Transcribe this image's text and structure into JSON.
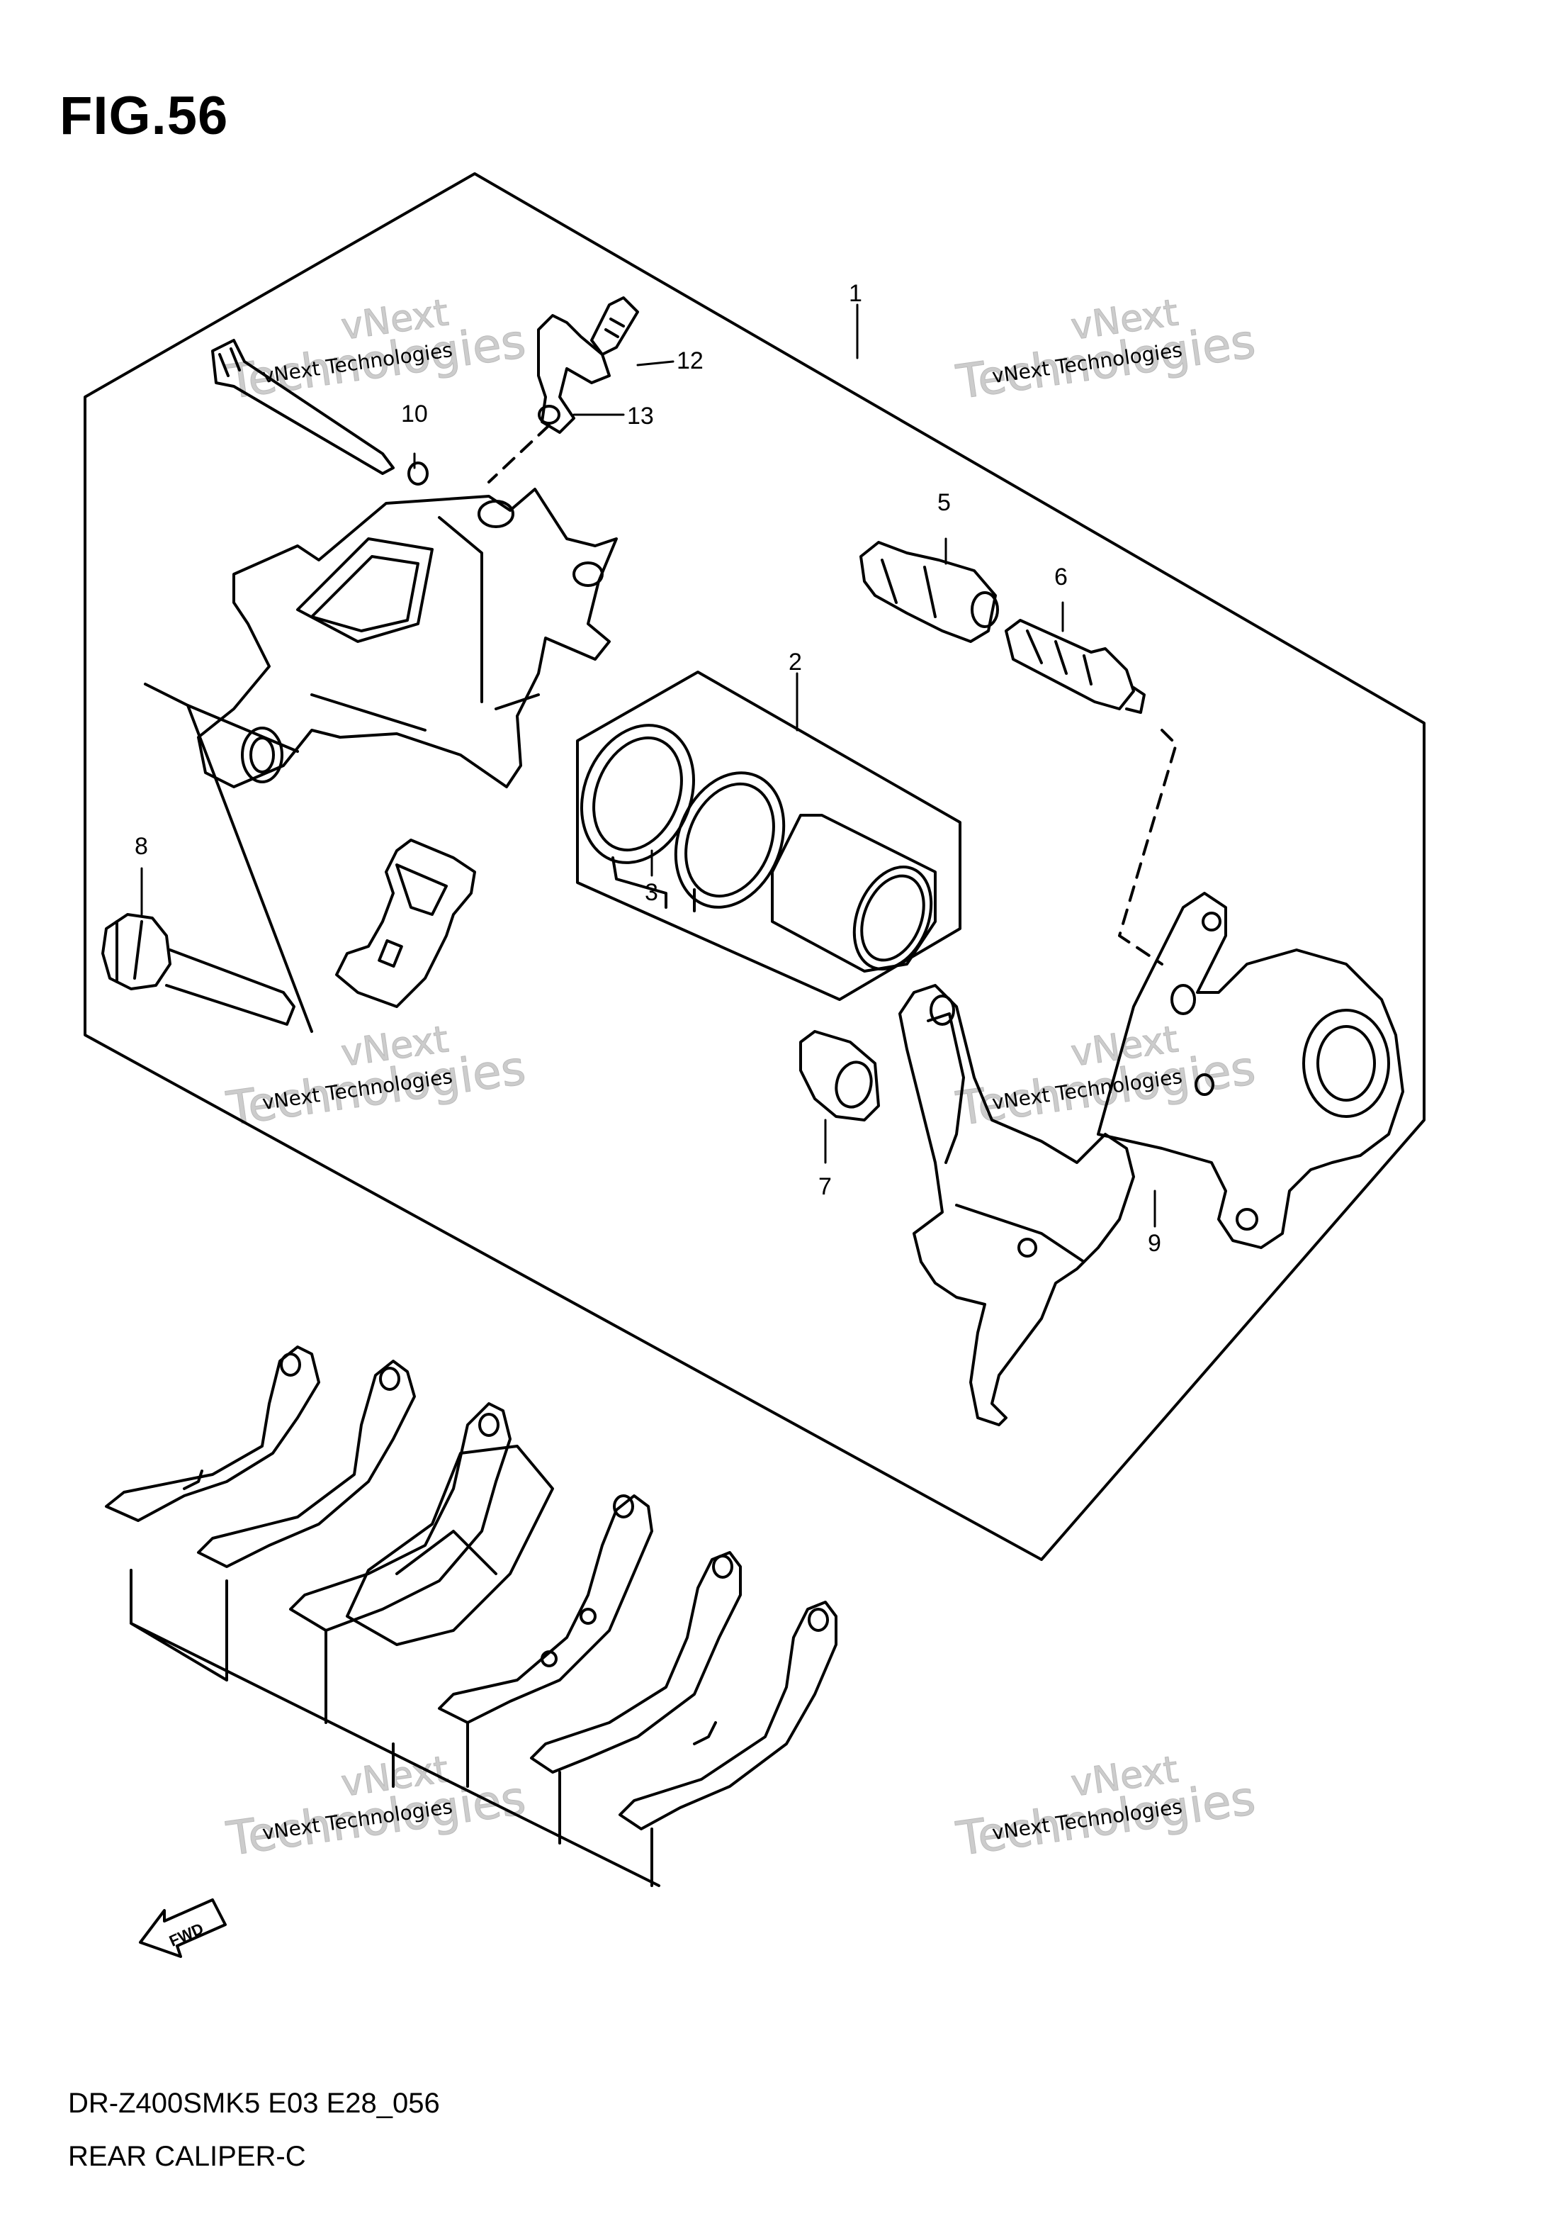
{
  "figure_label": "FIG.56",
  "model_code": "DR-Z400SMK5 E03 E28_056",
  "part_group": "REAR CALIPER-C",
  "direction_badge": "FWD",
  "watermarks": [
    {
      "line1": "vNext",
      "line2": "Technologies",
      "small": "vNext Technologies"
    },
    {
      "line1": "vNext",
      "line2": "Technologies",
      "small": "vNext Technologies"
    },
    {
      "line1": "vNext",
      "line2": "Technologies",
      "small": "vNext Technologies"
    },
    {
      "line1": "vNext",
      "line2": "Technologies",
      "small": "vNext Technologies"
    },
    {
      "line1": "vNext",
      "line2": "Technologies",
      "small": "vNext Technologies"
    },
    {
      "line1": "vNext",
      "line2": "Technologies",
      "small": "vNext Technologies"
    }
  ],
  "callouts": [
    "1",
    "2",
    "3",
    "5",
    "6",
    "7",
    "8",
    "9",
    "10",
    "12",
    "13"
  ],
  "colors": {
    "line": "#000000",
    "watermark": "#cccccc"
  }
}
